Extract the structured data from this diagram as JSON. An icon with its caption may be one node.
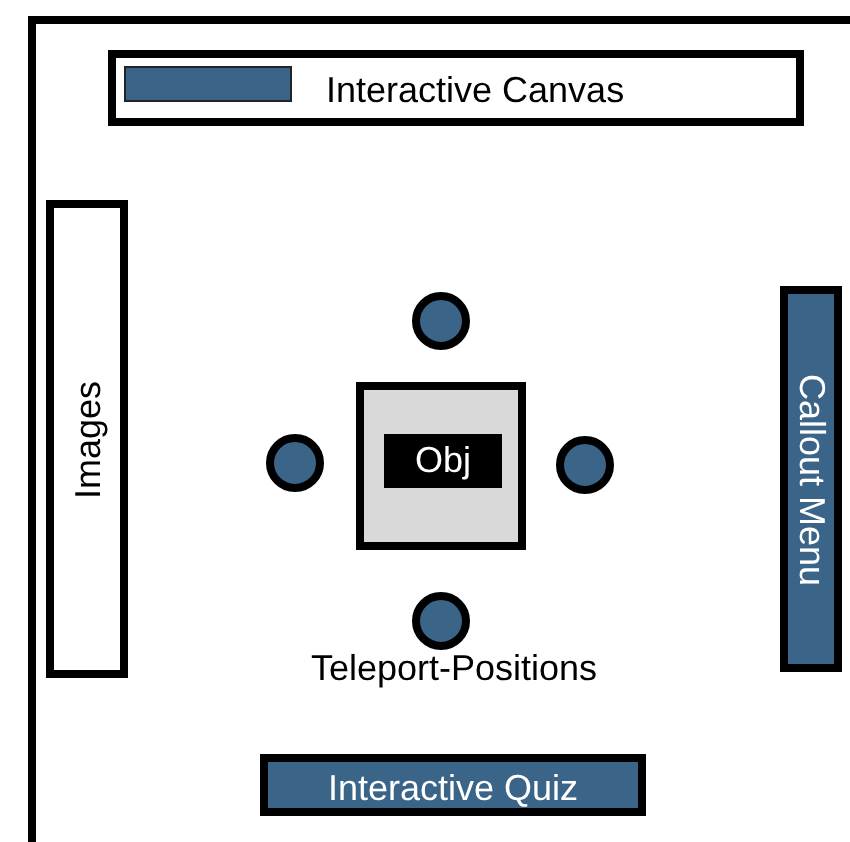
{
  "diagram": {
    "nodes": [
      {
        "text": [
          "Interactive Canvas"
        ]
      },
      {
        "text": [
          "Images"
        ]
      },
      {
        "text": [],
        "shape": "circle"
      },
      {
        "text": [
          "Callout Menu"
        ]
      },
      {
        "text": [],
        "shape": "circle"
      },
      {
        "text": [
          "Obj"
        ]
      },
      {
        "text": [],
        "shape": "circle"
      },
      {
        "text": [],
        "shape": "circle"
      },
      {
        "text": [
          "Interactive Quiz"
        ]
      }
    ],
    "labels": [
      "Teleport-Positions"
    ]
  }
}
